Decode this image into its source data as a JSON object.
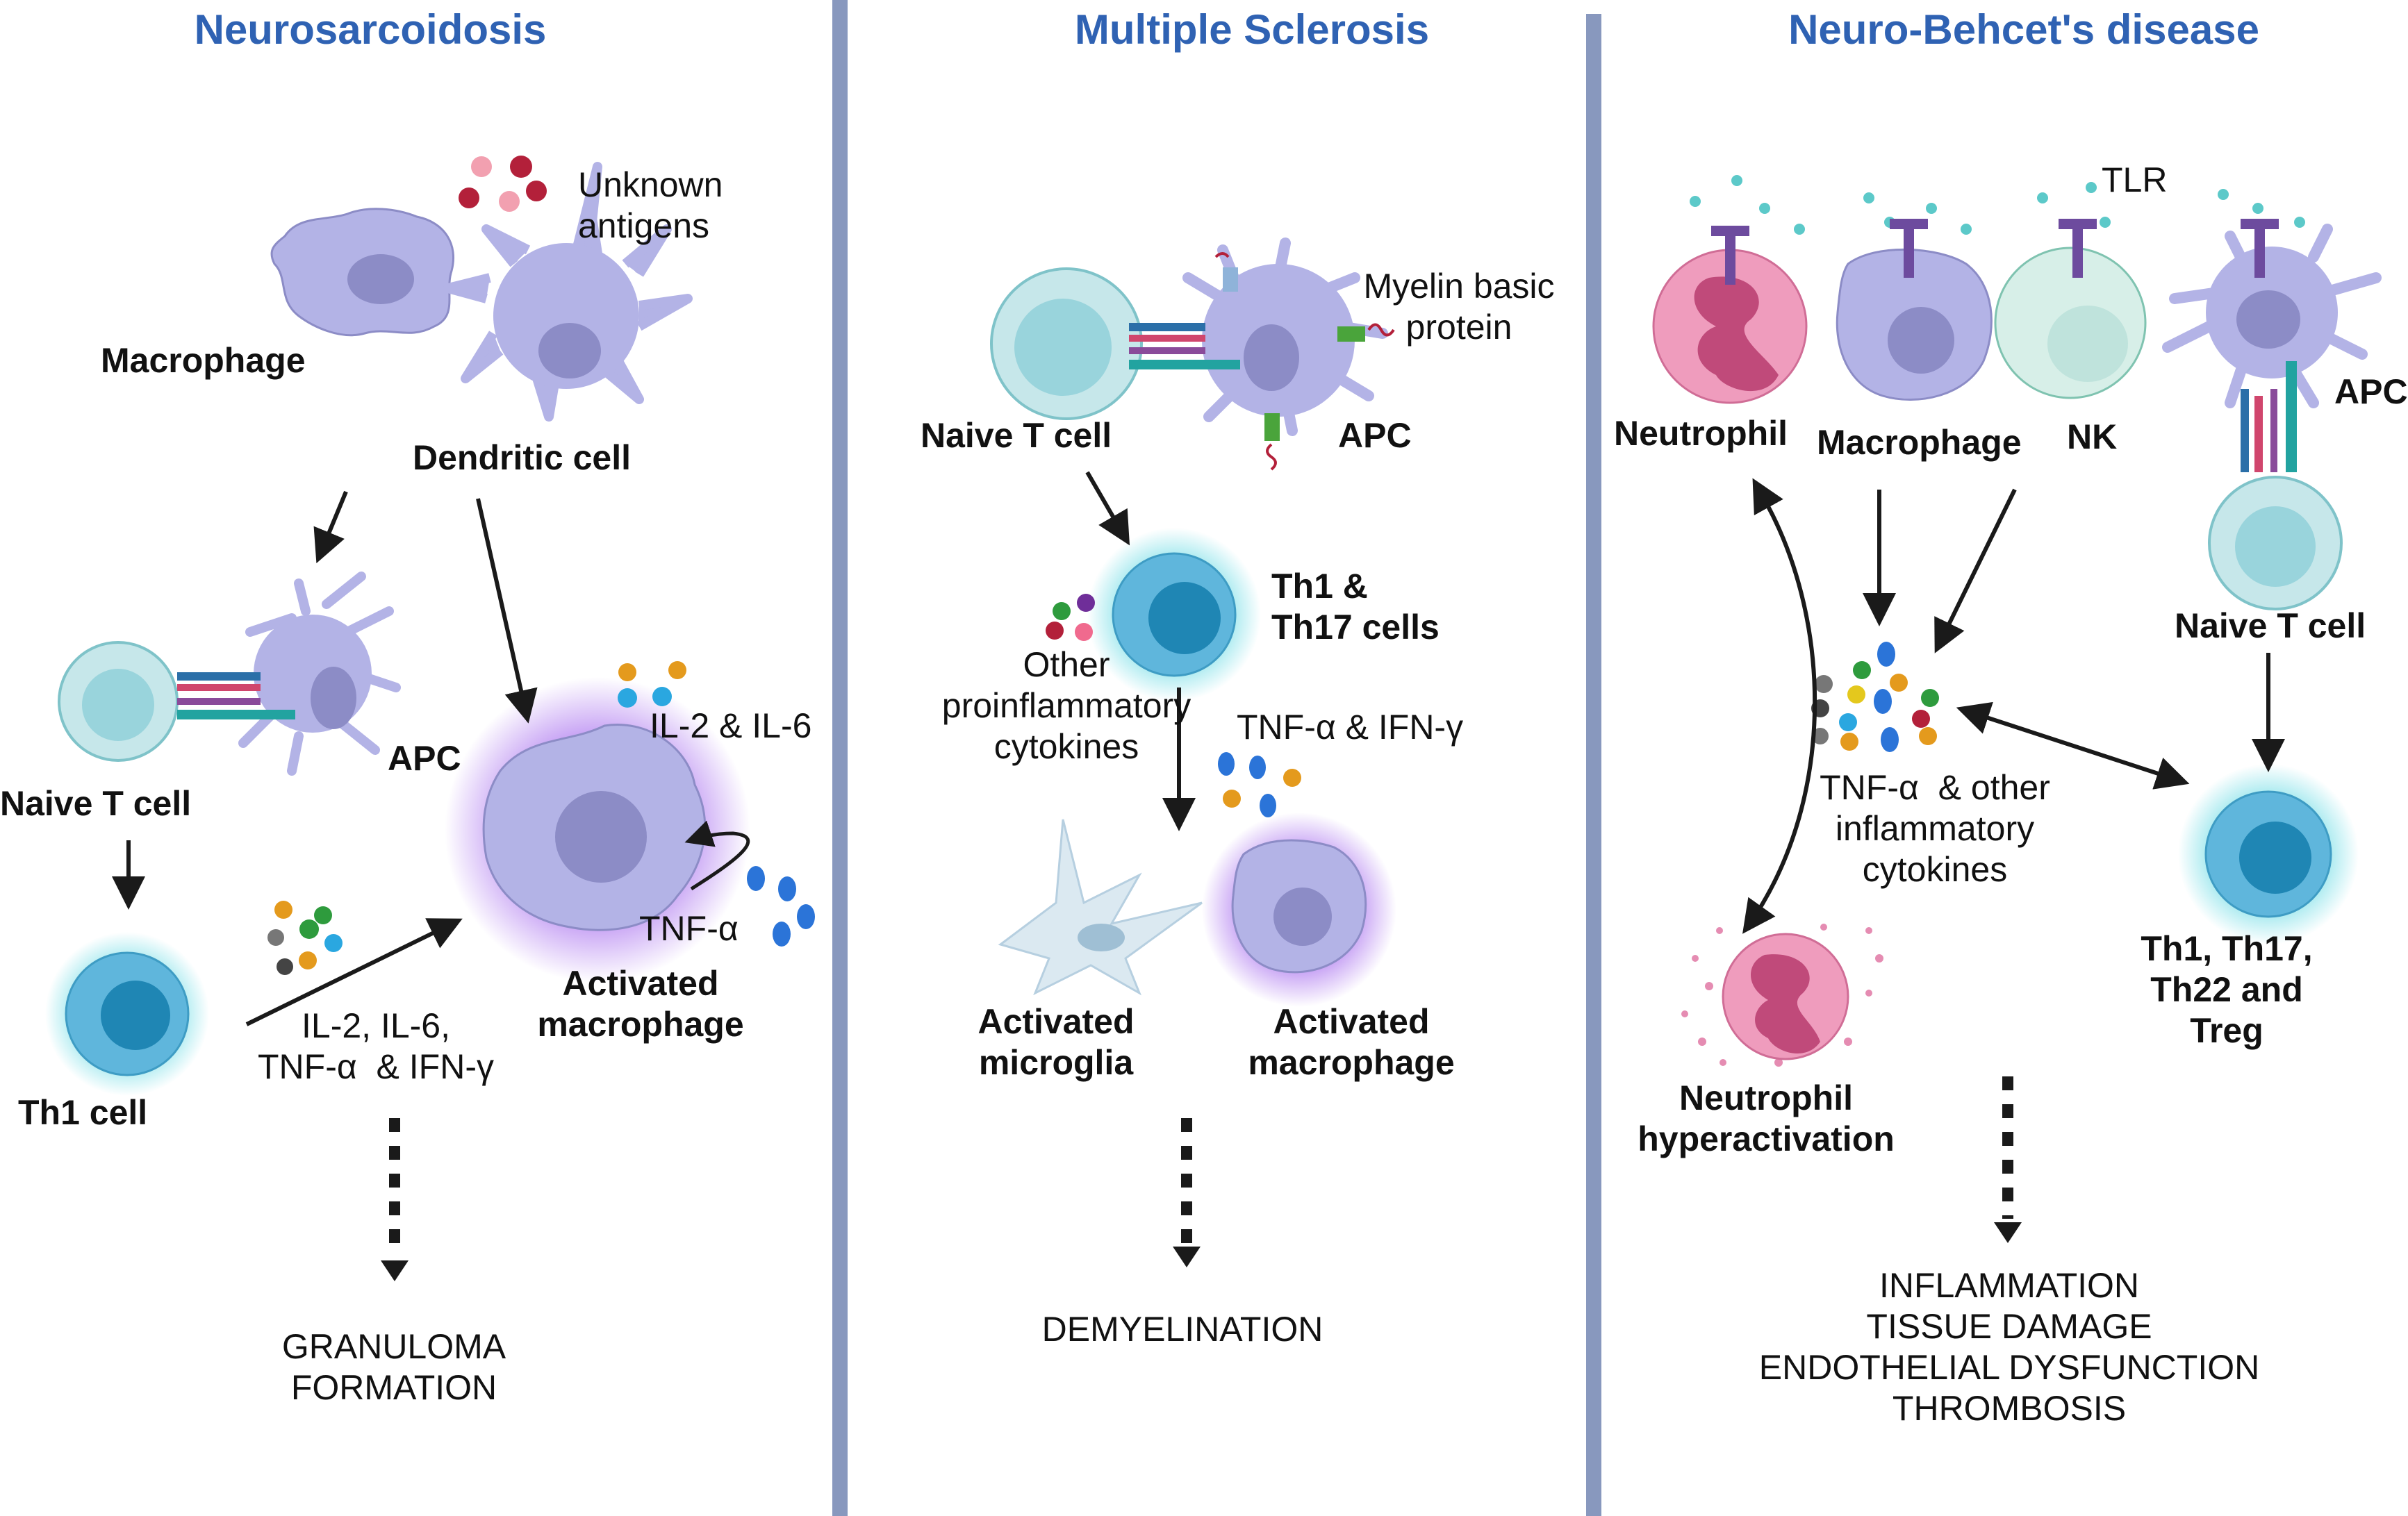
{
  "panels": {
    "neurosarcoidosis": {
      "title": "Neurosarcoidosis",
      "unknown_antigens": "Unknown\nantigens",
      "macrophage": "Macrophage",
      "dendritic_cell": "Dendritic cell",
      "naive_t_cell": "Naive T cell",
      "apc": "APC",
      "il2_il6": "IL-2 & IL-6",
      "tnf_alpha": "TNF-α",
      "activated_macrophage": "Activated\nmacrophage",
      "th1_cell": "Th1 cell",
      "cytokines": "IL-2, IL-6,\nTNF-α  & IFN-γ",
      "outcome": "GRANULOMA\nFORMATION"
    },
    "multiple_sclerosis": {
      "title": "Multiple Sclerosis",
      "myelin_basic_protein": "Myelin basic\nprotein",
      "naive_t_cell": "Naive T cell",
      "apc": "APC",
      "th1_th17": "Th1 &\nTh17 cells",
      "other_cytokines": "Other\nproinflammatory\ncytokines",
      "tnf_ifn": "TNF-α  & IFN-γ",
      "activated_microglia": "Activated\nmicroglia",
      "activated_macrophage": "Activated\nmacrophage",
      "outcome": "DEMYELINATION"
    },
    "neuro_behcet": {
      "title": "Neuro-Behcet's disease",
      "tlr": "TLR",
      "neutrophil": "Neutrophil",
      "macrophage": "Macrophage",
      "nk": "NK",
      "apc": "APC",
      "naive_t_cell": "Naive T cell",
      "cytokines": "TNF-α  & other\ninflammatory\ncytokines",
      "th_cells": "Th1, Th17,\nTh22 and\nTreg",
      "neutrophil_hyperactivation": "Neutrophil\nhyperactivation",
      "outcome": "INFLAMMATION\nTISSUE DAMAGE\nENDOTHELIAL DYSFUNCTION\nTHROMBOSIS"
    }
  },
  "colors": {
    "title": "#2f62b3",
    "divider": "#8898be",
    "macrophage": "#b3b3e6",
    "nucleus": "#8c8cc6",
    "t_cell": "#c6e7ea",
    "th_cell": "#5fb6dc",
    "neutrophil": "#ef9cbd",
    "nk": "#d7efe8",
    "microglia": "#dbe9f1",
    "arrow": "#1a1a1a",
    "glow": "#b07cf0"
  }
}
